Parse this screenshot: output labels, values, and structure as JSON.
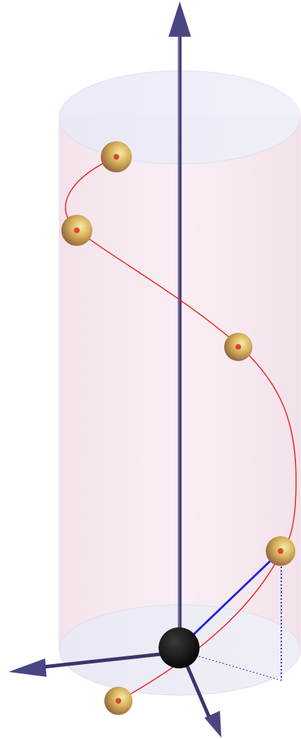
{
  "figure": {
    "description_visible_text": [],
    "colors": {
      "background": "#ffffff",
      "cylinder_fill": "#f3dbe6",
      "cylinder_cap": "#e6e8f6",
      "helix_curve": "#e8302a",
      "particle_outer": "#c9a24a",
      "particle_highlight": "#f3e3a0",
      "particle_center": "#d9453a",
      "axis": "#3f3a73",
      "radius_vector": "#1d28d8",
      "projection_dotted": "#2a36d0",
      "origin_sphere": "#111111"
    },
    "particle_count": 5,
    "axes": [
      "z-axis",
      "x-axis",
      "y-axis"
    ]
  }
}
